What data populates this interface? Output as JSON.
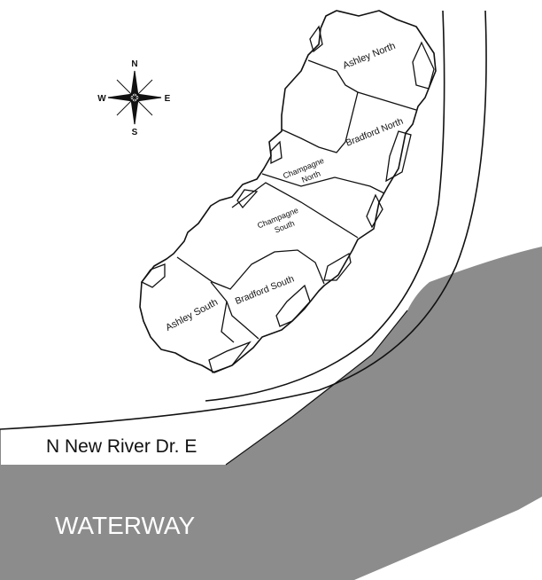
{
  "map": {
    "street_label": "N New River Dr. E",
    "water_label": "WATERWAY",
    "compass": {
      "n": "N",
      "e": "E",
      "s": "S",
      "w": "W"
    },
    "buildings": [
      {
        "id": "ashley-north",
        "lines": [
          "Ashley North"
        ]
      },
      {
        "id": "bradford-north",
        "lines": [
          "Bradford North"
        ]
      },
      {
        "id": "champagne-north",
        "lines": [
          "Champagne",
          "North"
        ]
      },
      {
        "id": "champagne-south",
        "lines": [
          "Champagne",
          "South"
        ]
      },
      {
        "id": "bradford-south",
        "lines": [
          "Bradford South"
        ]
      },
      {
        "id": "ashley-south",
        "lines": [
          "Ashley South"
        ]
      }
    ],
    "colors": {
      "water": "#8c8c8c",
      "line": "#111111",
      "land": "#ffffff"
    }
  }
}
